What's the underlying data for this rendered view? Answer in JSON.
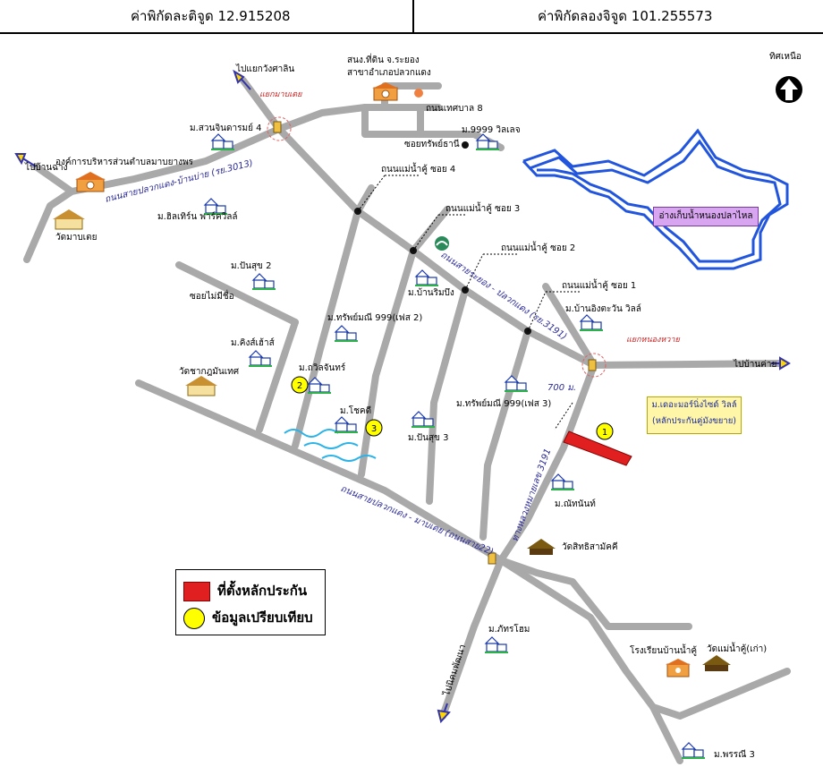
{
  "header": {
    "lat_label": "ค่าพิกัดละติจูด 12.915208",
    "lon_label": "ค่าพิกัดลองจิจูด 101.255573"
  },
  "north": {
    "label": "ทิศเหนือ"
  },
  "places": {
    "to_wang_chan": "ไปแยกวังศาลิน",
    "land_office": "สนง.ที่ดิน จ.ระยอง",
    "land_office_branch": "สาขาอำเภอปลวกแดง",
    "thetsaban8": "ถนนเทศบาล 8",
    "m_suanjin": "ม.สวนจินดารมย์ 4",
    "m_9999": "ม.9999 วิลเลจ",
    "soi_sap": "ซอยทรัพย์ธานี",
    "to_ban_chang": "ไปบ้านฉาง",
    "tao_office": "องค์การบริหารส่วนตำบลมาบยางพร",
    "wat_map_toei": "วัดมาบเตย",
    "m_hilltown": "ม.ฮิลเทิร์น พาร์ควิลล์",
    "soi4": "ถนนแม่น้ำคู้ ซอย 4",
    "soi3": "ถนนแม่น้ำคู้ ซอย 3",
    "soi2": "ถนนแม่น้ำคู้ ซอย 2",
    "soi1": "ถนนแม่น้ำคู้ ซอย 1",
    "reservoir": "อ่างเก็บน้ำหนองปลาไหล",
    "m_punsuk2": "ม.ปันสุข 2",
    "soi_maimi": "ซอยไม่มีชื่อ",
    "m_banrimbueng": "ม.บ้านริมบึง",
    "m_baan_ingtawan": "ม.บ้านอิงตะวัน วิลล์",
    "m_sap999_2": "ม.ทรัพย์มณี 999(เฟส 2)",
    "m_kingshouse": "ม.คิงส์เฮ้าส์",
    "wat_yan": "วัดชากฎมันเทศ",
    "m_tawil": "ม.ถวิลจันทร์",
    "m_chokdee": "ม.โชคดี",
    "m_sap999_3": "ม.ทรัพย์มณี 999(เฟส 3)",
    "m_punsuk3": "ม.ปันสุข 3",
    "dist": "700 ม.",
    "to_ban_khai": "ไปบ้านค่าย",
    "m_natnan": "ม.ณัทนันท์",
    "wat_sit": "วัดสิทธิสามัคคี",
    "m_pattra": "ม.ภัทรโฮม",
    "school": "โรงเรียนบ้านน้ำคู้",
    "wat_maenamkhu": "วัดแม่น้ำคู้(เก่า)",
    "m_pornnee": "ม.พรรณี 3",
    "to_nikom": "ไปนิคมพัฒนา",
    "jct1": "แยกมาบเตย",
    "jct2": "แยกหนองหวาย"
  },
  "roads": {
    "r3013": "ถนนสายปลวกแดง-บ้านบ่าย (รย.3013)",
    "r3191": "ถนนสายระยอง - ปลวกแดง (รย.3191)",
    "r22": "ถนนสายปลวกแดง - มาบเตย (ถนนสาย22)",
    "h3191": "ทางหลวงหมายเลข 3191"
  },
  "callout": {
    "line1": "ม.เดอะมอร์นิ่งไซด์ วิลล์",
    "line2": "(หลักประกันคู่มังขยาย)",
    "marker": "1"
  },
  "markers": {
    "two": "2",
    "three": "3"
  },
  "legend": {
    "collateral": "ที่ตั้งหลักประกัน",
    "comparison": "ข้อมูลเปรียบเทียบ"
  },
  "colors": {
    "road": "#a9a9a9",
    "water": "#2255dd",
    "collateral": "#e02020",
    "comparison": "#ffff00",
    "reservoir_label": "#d8a6f0"
  }
}
